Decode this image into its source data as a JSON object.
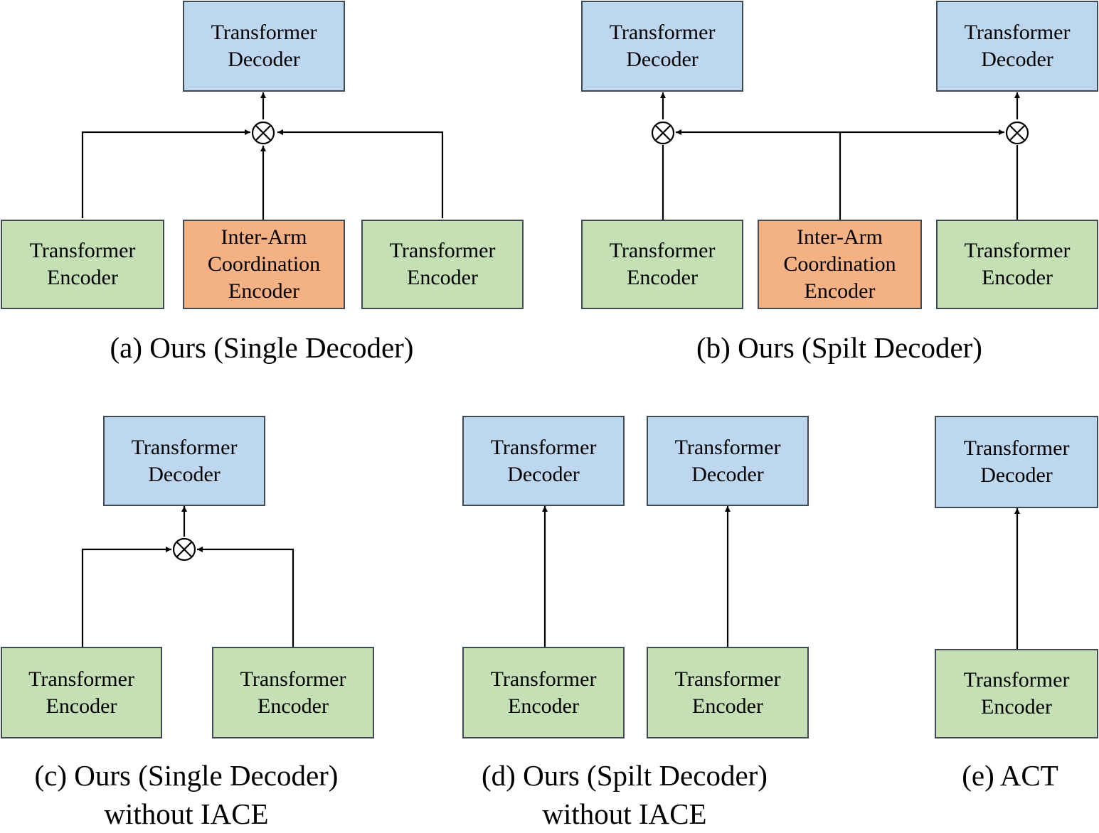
{
  "colors": {
    "decoder_fill": "#bdd7ee",
    "encoder_fill": "#c5e0b4",
    "coordination_fill": "#f4b183",
    "box_border": "#3f4a55",
    "line": "#000000"
  },
  "icons": {
    "fusion_node": "circled-times-icon",
    "arrowhead": "arrow-head-icon"
  },
  "labels": {
    "decoder": "Transformer\nDecoder",
    "encoder": "Transformer\nEncoder",
    "coordination_encoder": "Inter-Arm\nCoordination\nEncoder"
  },
  "captions": {
    "a": "(a) Ours (Single Decoder)",
    "b": "(b) Ours (Spilt Decoder)",
    "c": "(c) Ours (Single Decoder)\nwithout IACE",
    "d": "(d) Ours (Spilt Decoder)\nwithout IACE",
    "e": "(e) ACT"
  }
}
